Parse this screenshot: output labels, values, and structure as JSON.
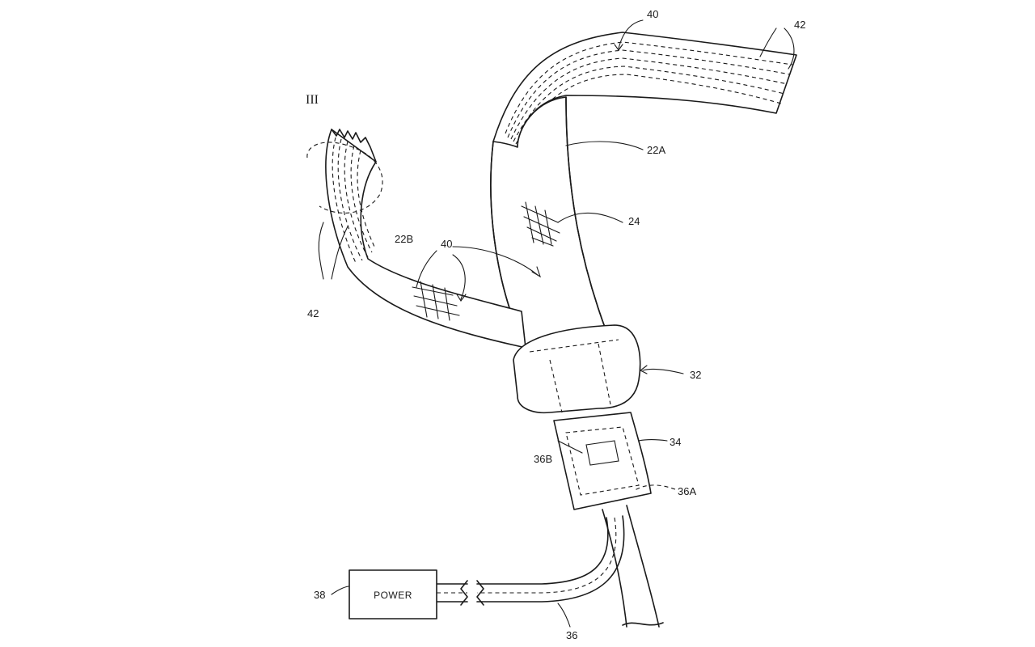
{
  "figure": {
    "labels": {
      "l40_top": "40",
      "l42_top": "42",
      "l22a": "22A",
      "l24": "24",
      "l22b": "22B",
      "l40_mid": "40",
      "l42_left": "42",
      "lIII": "III",
      "l32": "32",
      "l34": "34",
      "l36b": "36B",
      "l36a": "36A",
      "l38": "38",
      "l36": "36"
    },
    "power_box_label": "POWER"
  }
}
